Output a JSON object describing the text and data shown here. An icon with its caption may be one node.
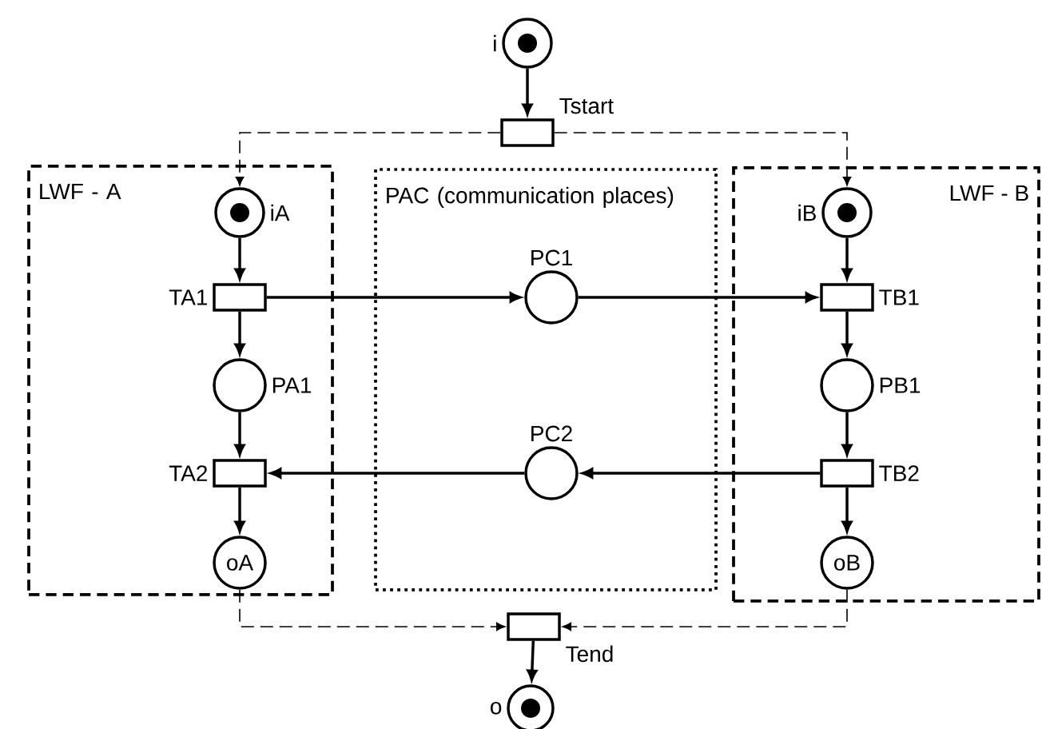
{
  "diagram": {
    "nodes": [
      {
        "text": [],
        "shape": "circle",
        "beside": [
          "i"
        ]
      },
      {
        "text": [],
        "shape": "box",
        "beside": [
          "Tstart"
        ]
      },
      {
        "text": [
          "LWF - A"
        ]
      },
      {
        "text": [],
        "shape": "circle",
        "beside": [
          "iA"
        ],
        "in": 2
      },
      {
        "text": [],
        "shape": "box",
        "beside": [
          "TA1"
        ],
        "in": 2
      },
      {
        "text": [],
        "shape": "circle",
        "beside": [
          "PA1"
        ],
        "in": 2
      },
      {
        "text": [],
        "shape": "box",
        "beside": [
          "TA2"
        ],
        "in": 2
      },
      {
        "text": [
          "oA"
        ],
        "in": 2
      },
      {
        "text": [
          "PAC (communication places)"
        ]
      },
      {
        "text": [],
        "shape": "circle",
        "beside": [
          "PC1"
        ],
        "in": 8
      },
      {
        "text": [],
        "shape": "circle",
        "beside": [
          "PC2"
        ],
        "in": 8
      },
      {
        "text": [
          "LWF - B"
        ]
      },
      {
        "text": [],
        "shape": "circle",
        "beside": [
          "iB"
        ],
        "in": 11
      },
      {
        "text": [],
        "shape": "box",
        "beside": [
          "TB1"
        ],
        "in": 11
      },
      {
        "text": [],
        "shape": "circle",
        "beside": [
          "PB1"
        ],
        "in": 11
      },
      {
        "text": [],
        "shape": "box",
        "beside": [
          "TB2"
        ],
        "in": 11
      },
      {
        "text": [
          "oB"
        ],
        "in": 11
      },
      {
        "text": [],
        "shape": "box",
        "beside": [
          "Tend"
        ]
      },
      {
        "text": [],
        "shape": "circle",
        "beside": [
          "o"
        ]
      }
    ],
    "edges": [
      {
        "from": 0,
        "to": 1,
        "arrow": "to"
      },
      {
        "from": 1,
        "to": 3,
        "arrow": "to",
        "style": "dashed"
      },
      {
        "from": 1,
        "to": 12,
        "arrow": "to",
        "style": "dashed"
      },
      {
        "from": 3,
        "to": 4,
        "arrow": "to"
      },
      {
        "from": 4,
        "to": 5,
        "arrow": "to"
      },
      {
        "from": 5,
        "to": 6,
        "arrow": "to"
      },
      {
        "from": 6,
        "to": 7,
        "arrow": "to"
      },
      {
        "from": 4,
        "to": 9,
        "arrow": "to"
      },
      {
        "from": 9,
        "to": 13,
        "arrow": "to"
      },
      {
        "from": 12,
        "to": 13,
        "arrow": "to"
      },
      {
        "from": 13,
        "to": 14,
        "arrow": "to"
      },
      {
        "from": 14,
        "to": 15,
        "arrow": "to"
      },
      {
        "from": 15,
        "to": 10,
        "arrow": "to"
      },
      {
        "from": 10,
        "to": 6,
        "arrow": "to"
      },
      {
        "from": 15,
        "to": 16,
        "arrow": "to"
      },
      {
        "from": 7,
        "to": 17,
        "arrow": "to",
        "style": "dashed"
      },
      {
        "from": 16,
        "to": 17,
        "arrow": "to",
        "style": "dashed"
      },
      {
        "from": 17,
        "to": 18,
        "arrow": "to"
      }
    ]
  }
}
